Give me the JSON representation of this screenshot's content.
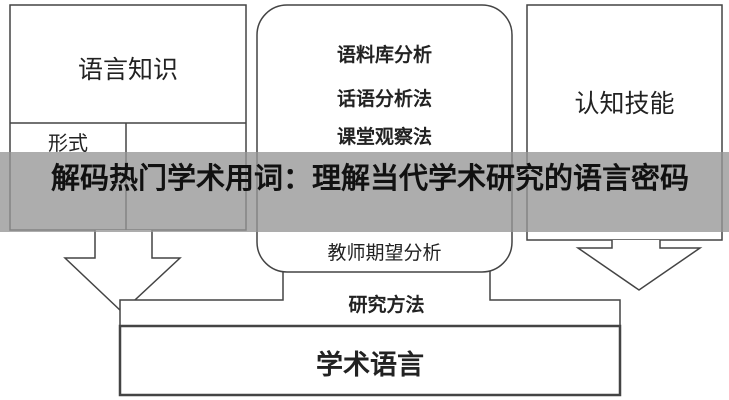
{
  "diagram": {
    "left_box": {
      "title": "语言知识",
      "cell_left": "形式"
    },
    "center_box": {
      "items": [
        "语料库分析",
        "话语分析法",
        "课堂观察法",
        "教师期望分析"
      ]
    },
    "right_box": {
      "title": "认知技能"
    },
    "connector_label": "研究方法",
    "bottom_box": {
      "title": "学术语言"
    }
  },
  "banner": {
    "title": "解码热门学术用词：理解当代学术研究的语言密码"
  }
}
